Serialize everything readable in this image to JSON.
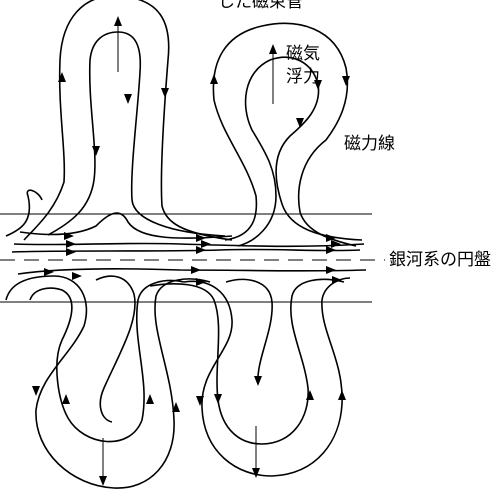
{
  "labels": {
    "top_caption": "した磁束管",
    "buoyancy_line1": "磁気",
    "buoyancy_line2": "浮力",
    "field_lines": "磁力線",
    "galactic_disk": "銀河系の円盤"
  },
  "colors": {
    "line": "#000000",
    "background": "#ffffff"
  }
}
